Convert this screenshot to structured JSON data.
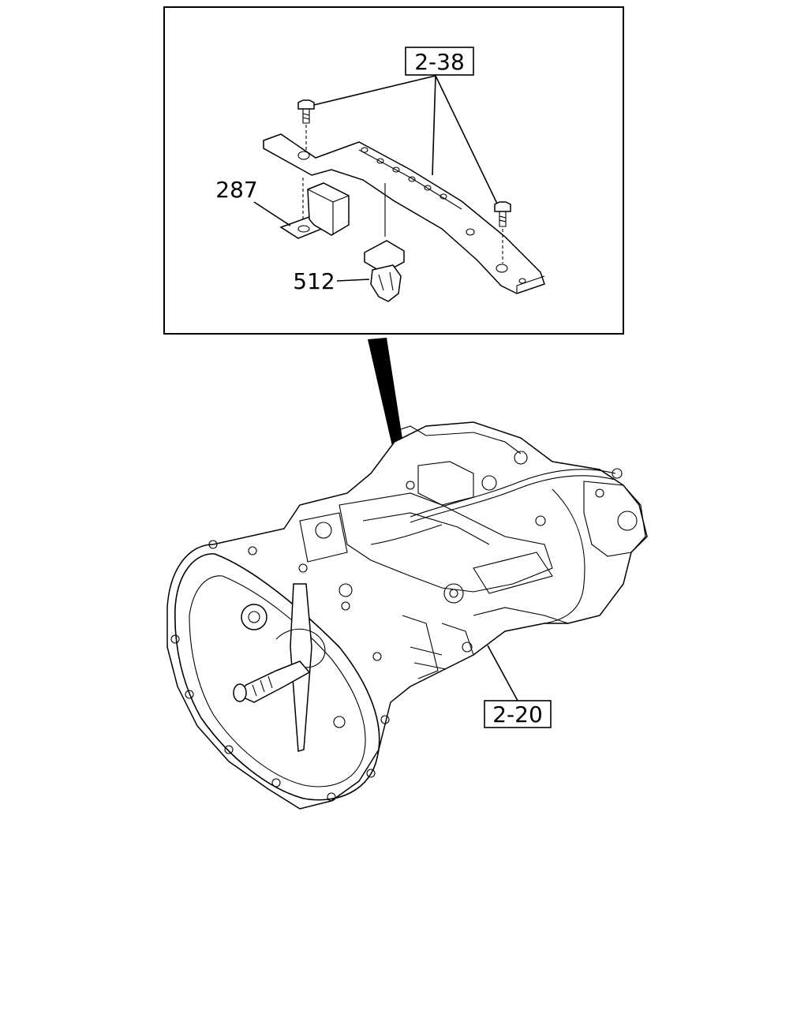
{
  "callouts": {
    "bracket_ref": "2-38",
    "rubber_pad": "287",
    "clip": "512",
    "transmission_ref": "2-20"
  }
}
